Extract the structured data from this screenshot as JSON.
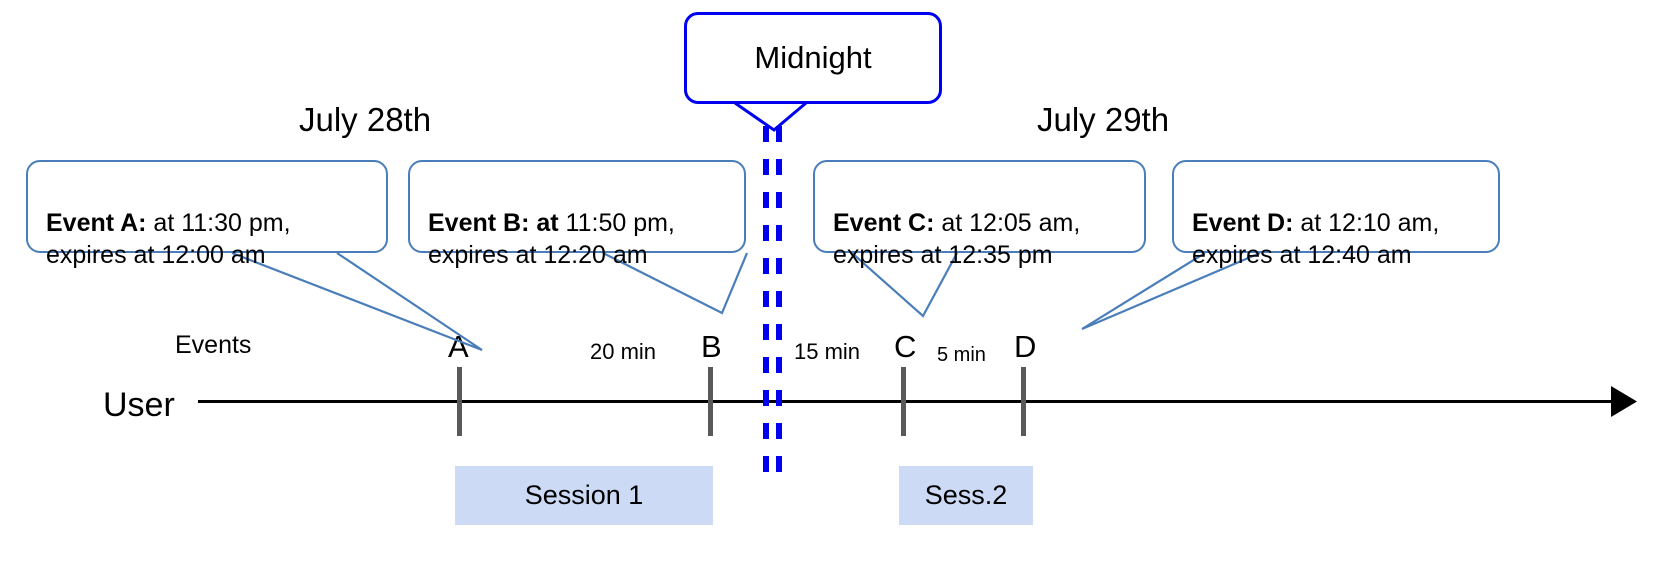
{
  "diagram": {
    "title_note": "Timeline of events A-D spanning midnight between July 28th and July 29th",
    "accent_blue": "#4a7ebb",
    "midnight_blue": "#0000ee",
    "session_fill": "#ccdaf5",
    "tick_color": "#595959",
    "axis_color": "#000000"
  },
  "day_labels": [
    {
      "id": "left-day",
      "text": "July 28th"
    },
    {
      "id": "right-day",
      "text": "July 29th"
    }
  ],
  "midnight": {
    "label": "Midnight",
    "marker_style": "double-dashed-vertical"
  },
  "axis": {
    "row_label": "User",
    "events_label": "Events",
    "arrow_direction": "right"
  },
  "events": [
    {
      "letter": "A",
      "bold_part": "Event A:",
      "rest_line1": " at 11:30 pm,",
      "line2": "expires at 12:00 am",
      "time": "11:30 pm",
      "expires": "12:00 am"
    },
    {
      "letter": "B",
      "bold_part": "Event B: at",
      "rest_line1": " 11:50 pm,",
      "line2": "expires at 12:20 am",
      "time": "11:50 pm",
      "expires": "12:20 am"
    },
    {
      "letter": "C",
      "bold_part": "Event C:",
      "rest_line1": " at 12:05 am,",
      "line2": "expires at 12:35 pm",
      "time": "12:05 am",
      "expires": "12:35 pm"
    },
    {
      "letter": "D",
      "bold_part": "Event D:",
      "rest_line1": "  at 12:10 am,",
      "line2": "expires at 12:40 am",
      "time": "12:10 am",
      "expires": "12:40 am"
    }
  ],
  "intervals": [
    {
      "id": "a-to-b",
      "label": "20 min"
    },
    {
      "id": "b-to-c",
      "label": "15 min"
    },
    {
      "id": "c-to-d",
      "label": "5 min"
    }
  ],
  "sessions": [
    {
      "id": "session-1",
      "label": "Session 1"
    },
    {
      "id": "session-2",
      "label": "Sess.2"
    }
  ]
}
